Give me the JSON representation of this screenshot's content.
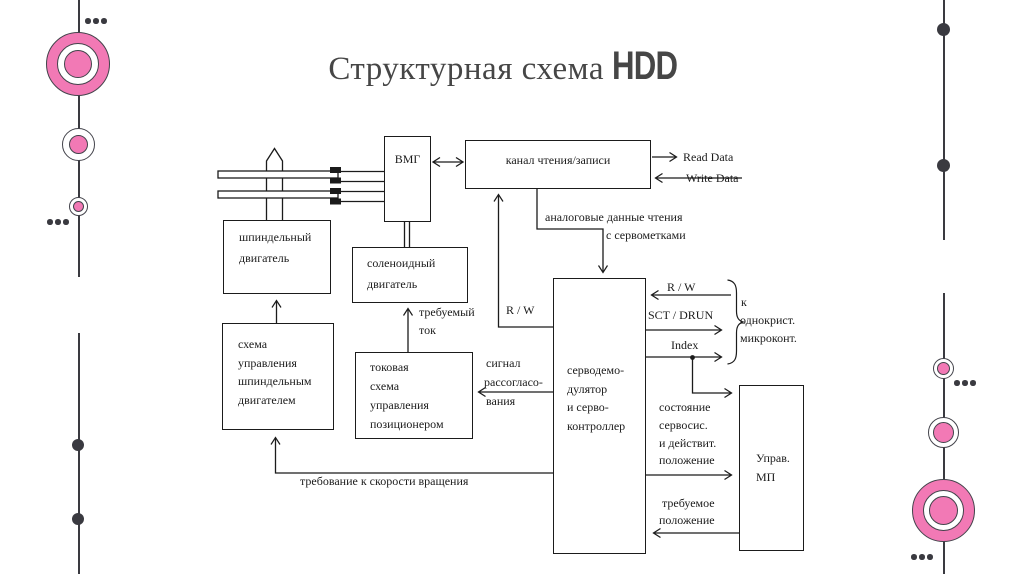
{
  "colors": {
    "pink": "#f279b5",
    "ink": "#1b1b1b",
    "title-ink": "#464646",
    "decor-ink": "#3a3a40"
  },
  "title": {
    "main": "Структурная схема",
    "accent": "HDD"
  },
  "blocks": {
    "bmg": "ВМГ",
    "channel": "канал чтения/записи",
    "spindle_motor": [
      "шпиндельный",
      "двигатель"
    ],
    "solenoid_motor": [
      "соленоидный",
      "двигатель"
    ],
    "spindle_ctrl": [
      "схема",
      "управления",
      "шпиндельным",
      "двигателем"
    ],
    "current_ctrl": [
      "токовая",
      "схема",
      "управления",
      "позиционером"
    ],
    "servo": [
      "серводемо-",
      "дулятор",
      "и серво-",
      "контроллер"
    ],
    "mp": [
      "Управ.",
      "МП"
    ]
  },
  "labels": {
    "read_data": "Read Data",
    "write_data": "Write Data",
    "analog_line1": "аналоговые данные чтения",
    "analog_line2": "с сервометками",
    "rw_channel": "R / W",
    "rw_mcu": "R / W",
    "sct_drun": "SCT / DRUN",
    "index": "Index",
    "mcu_line1": "к",
    "mcu_line2": "однокрист.",
    "mcu_line3": "микроконт.",
    "required_current_line1": "требуемый",
    "required_current_line2": "ток",
    "error_line1": "сигнал",
    "error_line2": "рассогласо-",
    "error_line3": "вания",
    "state_line1": "состояние",
    "state_line2": "сервосис.",
    "state_line3": "и действит.",
    "state_line4": "положение",
    "required_pos_line1": "требуемое",
    "required_pos_line2": "положение",
    "speed_request": "требование к скорости вращения"
  }
}
